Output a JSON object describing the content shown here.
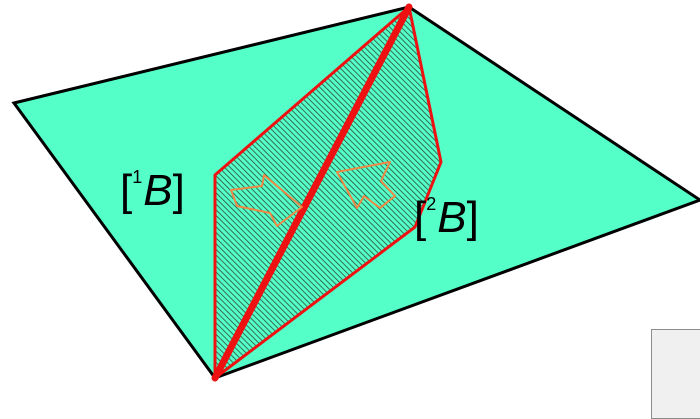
{
  "diagram": {
    "label_left": {
      "open": "[",
      "index": "1",
      "symbol": "B",
      "close": "]"
    },
    "label_right": {
      "open": "[",
      "index": "2",
      "symbol": "B",
      "close": "]"
    },
    "colors": {
      "plane_fill": "#55ffc8",
      "plane_edge": "#000000",
      "wedge_edge": "#ee1111",
      "hatch": "#2a4a3a",
      "arrow_edge": "#ee8844"
    }
  }
}
